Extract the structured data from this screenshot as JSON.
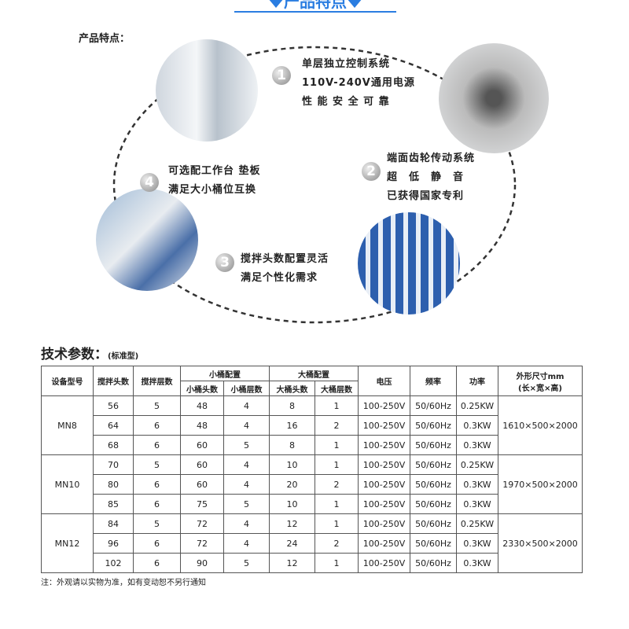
{
  "banner": {
    "title": "产品特点"
  },
  "features": {
    "heading": "产品特点：",
    "items": [
      {
        "number": "1",
        "lines": [
          "单层独立控制系统",
          "110V-240V通用电源",
          "性 能 安 全 可 靠"
        ]
      },
      {
        "number": "2",
        "lines": [
          "端面齿轮传动系统",
          "超　低　静　音",
          "已获得国家专利"
        ]
      },
      {
        "number": "3",
        "lines": [
          "搅拌头数配置灵活",
          "满足个性化需求"
        ]
      },
      {
        "number": "4",
        "lines": [
          "可选配工作台 垫板",
          "满足大小桶位互换"
        ]
      }
    ]
  },
  "specs": {
    "heading": "技术参数：",
    "subheading": "(标准型)",
    "headers": {
      "model": "设备型号",
      "heads": "搅拌头数",
      "layers": "搅拌层数",
      "small": "小桶配置",
      "small_heads": "小桶头数",
      "small_layers": "小桶层数",
      "large": "大桶配置",
      "large_heads": "大桶头数",
      "large_layers": "大桶层数",
      "voltage": "电压",
      "freq": "频率",
      "power": "功率",
      "size": "外形尺寸mm",
      "size_sub": "(长×宽×高)"
    },
    "groups": [
      {
        "model": "MN8",
        "size": "1610×500×2000",
        "rows": [
          [
            "56",
            "5",
            "48",
            "4",
            "8",
            "1",
            "100-250V",
            "50/60Hz",
            "0.25KW"
          ],
          [
            "64",
            "6",
            "48",
            "4",
            "16",
            "2",
            "100-250V",
            "50/60Hz",
            "0.3KW"
          ],
          [
            "68",
            "6",
            "60",
            "5",
            "8",
            "1",
            "100-250V",
            "50/60Hz",
            "0.3KW"
          ]
        ]
      },
      {
        "model": "MN10",
        "size": "1970×500×2000",
        "rows": [
          [
            "70",
            "5",
            "60",
            "4",
            "10",
            "1",
            "100-250V",
            "50/60Hz",
            "0.25KW"
          ],
          [
            "80",
            "6",
            "60",
            "4",
            "20",
            "2",
            "100-250V",
            "50/60Hz",
            "0.3KW"
          ],
          [
            "85",
            "6",
            "75",
            "5",
            "10",
            "1",
            "100-250V",
            "50/60Hz",
            "0.3KW"
          ]
        ]
      },
      {
        "model": "MN12",
        "size": "2330×500×2000",
        "rows": [
          [
            "84",
            "5",
            "72",
            "4",
            "12",
            "1",
            "100-250V",
            "50/60Hz",
            "0.25KW"
          ],
          [
            "96",
            "6",
            "72",
            "4",
            "24",
            "2",
            "100-250V",
            "50/60Hz",
            "0.3KW"
          ],
          [
            "102",
            "6",
            "90",
            "5",
            "12",
            "1",
            "100-250V",
            "50/60Hz",
            "0.3KW"
          ]
        ]
      }
    ],
    "note": "注：外观请以实物为准，如有变动恕不另行通知"
  }
}
